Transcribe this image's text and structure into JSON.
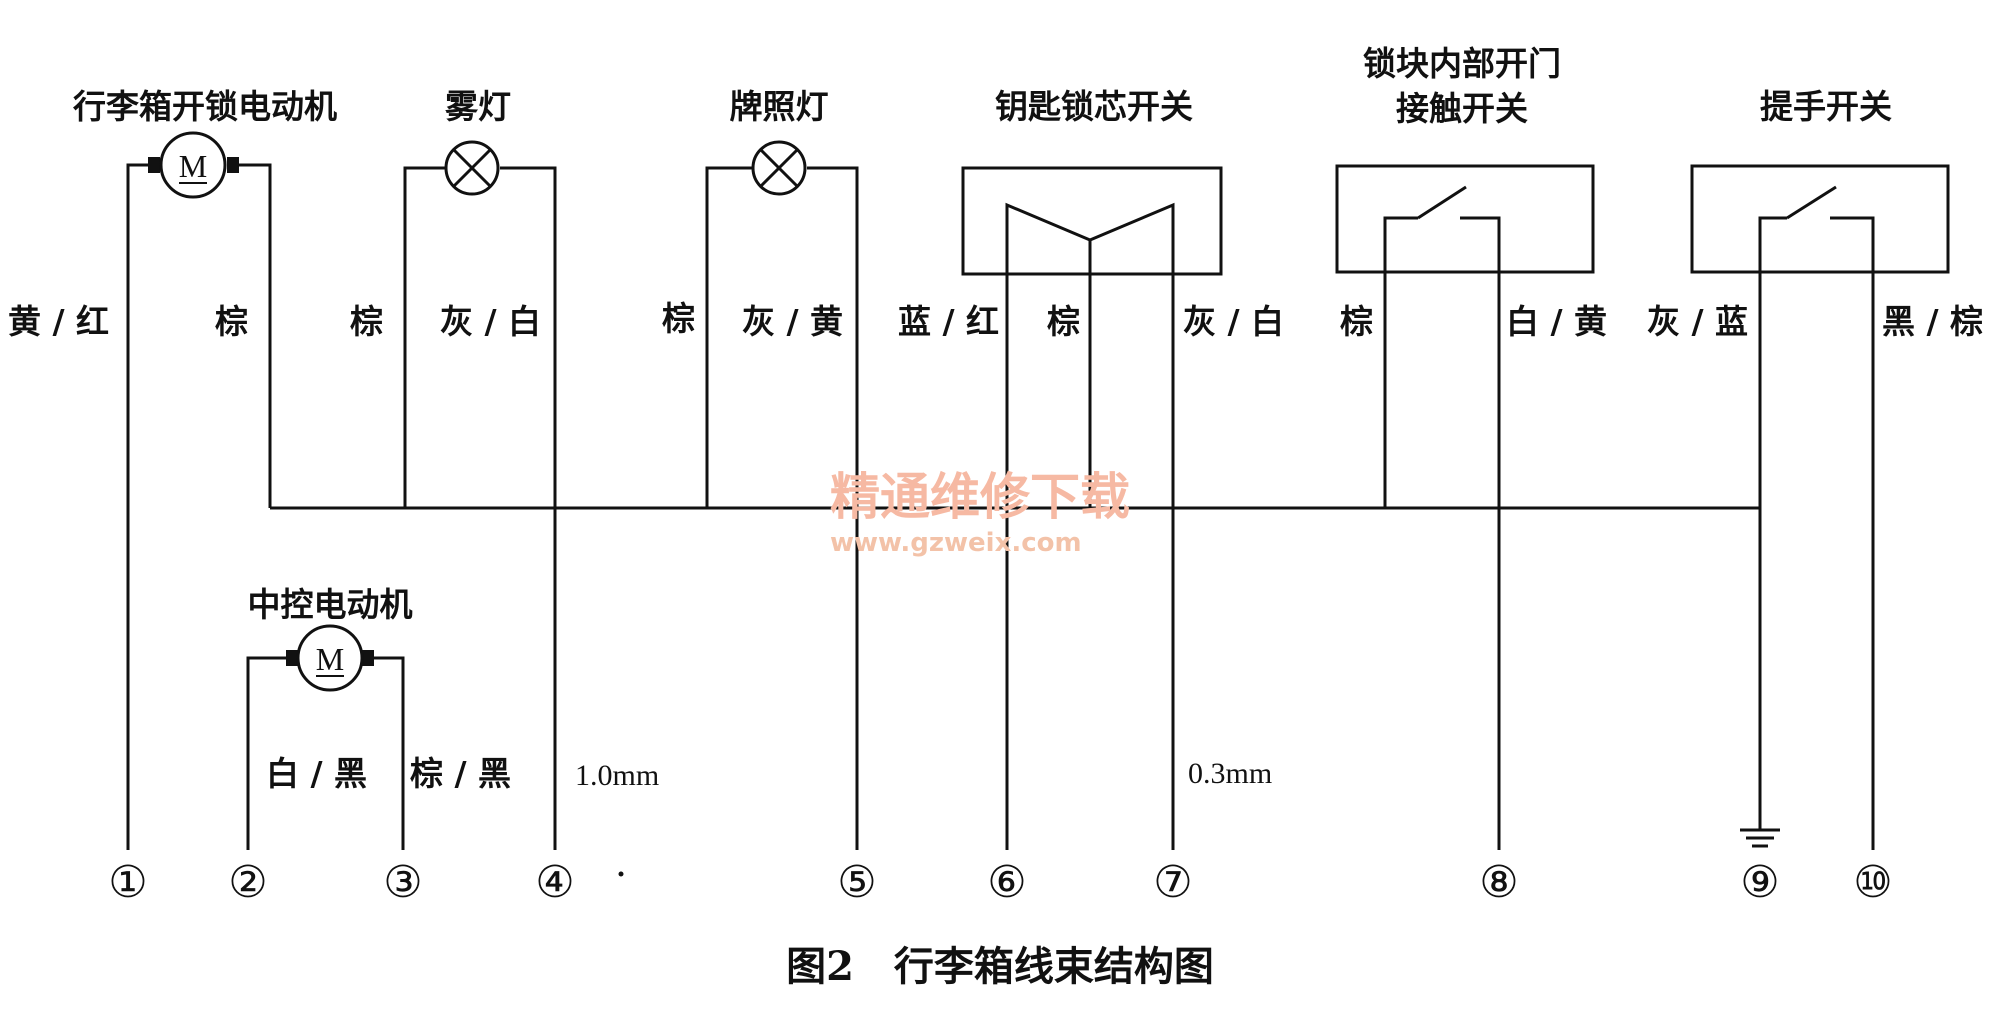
{
  "components": {
    "trunk_motor": "行李箱开锁电动机",
    "fog_lamp": "雾灯",
    "plate_lamp": "牌照灯",
    "key_switch": "钥匙锁芯开关",
    "lock_contact_line1": "锁块内部开门",
    "lock_contact_line2": "接触开关",
    "handle_switch": "提手开关",
    "central_motor": "中控电动机",
    "motor_symbol": "M"
  },
  "wire_colors": {
    "w1": "黄 / 红",
    "w_motor_out": "棕",
    "w_fog_in": "棕",
    "w4": "灰 / 白",
    "w_plate_in": "棕",
    "w5": "灰 / 黄",
    "w6": "蓝 / 红",
    "w_key_mid": "棕",
    "w7": "灰 / 白",
    "w_lock_in": "棕",
    "w8": "白 / 黄",
    "w9": "灰 / 蓝",
    "w10": "黑 / 棕",
    "w2": "白 / 黑",
    "w3": "棕 / 黑"
  },
  "wire_sizes": {
    "thick": "1.0mm",
    "thin": "0.3mm"
  },
  "pins": [
    "①",
    "②",
    "③",
    "④",
    "⑤",
    "⑥",
    "⑦",
    "⑧",
    "⑨",
    "⑩"
  ],
  "watermark": {
    "cn": "精通维修下载",
    "url": "www.gzweix.com"
  },
  "caption": "图2　行李箱线束结构图"
}
